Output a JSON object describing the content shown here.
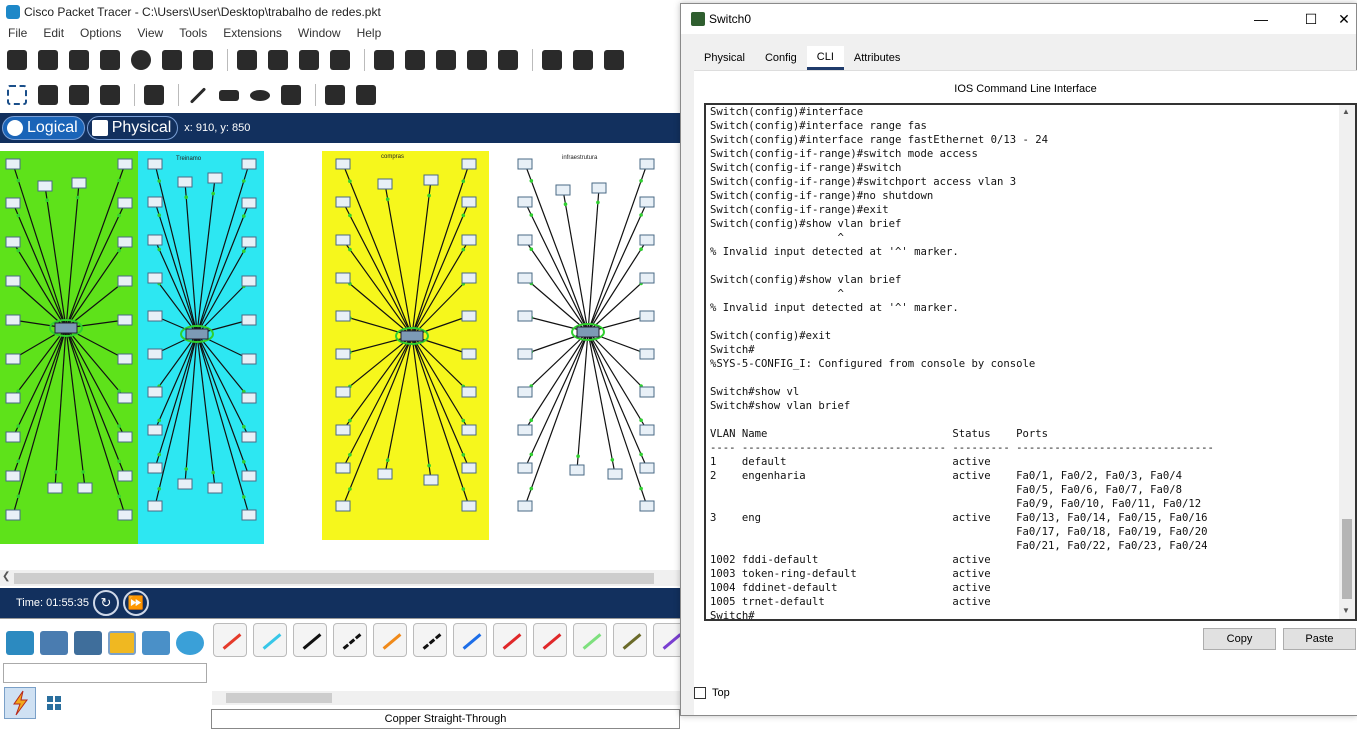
{
  "main_window": {
    "title": "Cisco Packet Tracer - C:\\Users\\User\\Desktop\\trabalho de redes.pkt",
    "menu": [
      "File",
      "Edit",
      "Options",
      "View",
      "Tools",
      "Extensions",
      "Window",
      "Help"
    ],
    "toolbar1_icons": [
      "new-file-icon",
      "open-folder-icon",
      "save-icon",
      "print-icon",
      "info-icon",
      "network-wizard-icon",
      "activity-wizard-icon",
      "copy-icon",
      "paste-icon",
      "undo-icon",
      "redo-icon",
      "zoom-in-icon",
      "zoom-reset-icon",
      "zoom-out-icon",
      "drawing-palette-icon",
      "custom-device-icon",
      "notes-icon",
      "viewport-icon",
      "cluster-icon"
    ],
    "toolbar2_icons": [
      "select-icon",
      "inspect-icon",
      "delete-icon",
      "resize-icon",
      "place-note-icon",
      "draw-line-icon",
      "draw-rectangle-icon",
      "draw-ellipse-icon",
      "freeform-icon",
      "add-simple-pdu-icon",
      "add-complex-pdu-icon"
    ],
    "modes": {
      "logical": "Logical",
      "physical": "Physical"
    },
    "coords": "x: 910, y: 850",
    "zones": [
      {
        "label": "",
        "color": "#5ee21a"
      },
      {
        "label": "Treinamo",
        "color": "#2de7f2"
      },
      {
        "label": "compras",
        "color": "#f6f71c"
      },
      {
        "label": "infraestrutura",
        "color": "#ffffff"
      }
    ],
    "time_label": "Time: 01:55:35",
    "connection_caption": "Copper Straight-Through",
    "device_categories": [
      "network-devices-icon",
      "end-devices-icon",
      "components-icon",
      "connections-icon",
      "misc-icon",
      "multiuser-icon"
    ],
    "connection_types": [
      {
        "name": "auto-connection-icon",
        "color": "#e53b2b"
      },
      {
        "name": "console-cable-icon",
        "color": "#38c7e8"
      },
      {
        "name": "copper-straight-icon",
        "color": "#111111"
      },
      {
        "name": "copper-cross-icon",
        "color": "#111111"
      },
      {
        "name": "fiber-icon",
        "color": "#f08a1a"
      },
      {
        "name": "phone-cable-icon",
        "color": "#111111"
      },
      {
        "name": "coaxial-icon",
        "color": "#1d6ee8"
      },
      {
        "name": "serial-dce-icon",
        "color": "#e0282a"
      },
      {
        "name": "serial-dte-icon",
        "color": "#e0282a"
      },
      {
        "name": "octal-cable-icon",
        "color": "#7ee07e"
      },
      {
        "name": "iot-custom-icon",
        "color": "#6b6b2a"
      },
      {
        "name": "usb-cable-icon",
        "color": "#7a3fd1"
      }
    ]
  },
  "dialog": {
    "title": "Switch0",
    "window_controls": {
      "minimize": "—",
      "maximize": "☐",
      "close": "✕"
    },
    "tabs": [
      "Physical",
      "Config",
      "CLI",
      "Attributes"
    ],
    "active_tab": "CLI",
    "cli_heading": "IOS Command Line Interface",
    "cli_lines": [
      "Switch(config)#interface",
      "Switch(config)#interface range fas",
      "Switch(config)#interface range fastEthernet 0/13 - 24",
      "Switch(config-if-range)#switch mode access",
      "Switch(config-if-range)#switch",
      "Switch(config-if-range)#switchport access vlan 3",
      "Switch(config-if-range)#no shutdown",
      "Switch(config-if-range)#exit",
      "Switch(config)#show vlan brief",
      "                    ^",
      "% Invalid input detected at '^' marker.",
      "",
      "Switch(config)#show vlan brief",
      "                    ^",
      "% Invalid input detected at '^' marker.",
      "",
      "Switch(config)#exit",
      "Switch#",
      "%SYS-5-CONFIG_I: Configured from console by console",
      "",
      "Switch#show vl",
      "Switch#show vlan brief",
      "",
      "VLAN Name                             Status    Ports",
      "---- -------------------------------- --------- -------------------------------",
      "1    default                          active",
      "2    engenharia                       active    Fa0/1, Fa0/2, Fa0/3, Fa0/4",
      "                                                Fa0/5, Fa0/6, Fa0/7, Fa0/8",
      "                                                Fa0/9, Fa0/10, Fa0/11, Fa0/12",
      "3    eng                              active    Fa0/13, Fa0/14, Fa0/15, Fa0/16",
      "                                                Fa0/17, Fa0/18, Fa0/19, Fa0/20",
      "                                                Fa0/21, Fa0/22, Fa0/23, Fa0/24",
      "1002 fddi-default                     active",
      "1003 token-ring-default               active",
      "1004 fddinet-default                  active",
      "1005 trnet-default                    active",
      "Switch#"
    ],
    "copy_label": "Copy",
    "paste_label": "Paste",
    "top_label": "Top"
  }
}
